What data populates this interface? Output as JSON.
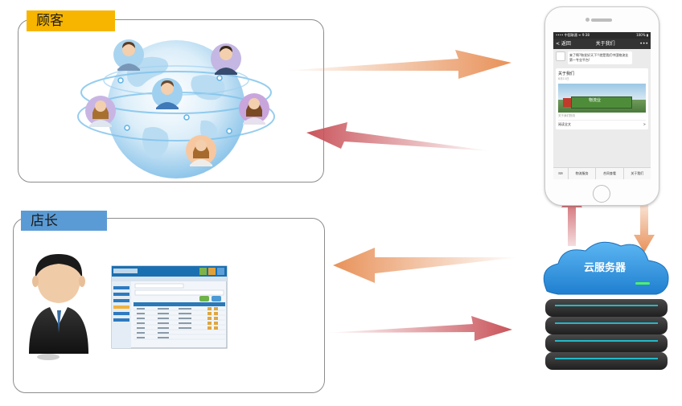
{
  "panels": {
    "customer": {
      "label": "顾客",
      "color": "#f7b500"
    },
    "shopkeeper": {
      "label": "店长",
      "color": "#5b9bd5"
    }
  },
  "server": {
    "label": "云服务器",
    "color": "#2d8fd8"
  },
  "phone_screen": {
    "status_left": "•••• 中国联通 ᯤ 9:38",
    "status_right": "100% ▮",
    "nav_back": "< 返回",
    "nav_title": "关于我们",
    "nav_more": "•••",
    "message": "来了啊?和发好天下!!就是我们中国物流业第一专业平台!",
    "card_title": "关于我们",
    "card_date": "8月11日",
    "card_image_text": "物流业",
    "card_sub": "关于我们物流",
    "card_link": "阅读全文",
    "card_link_arrow": ">",
    "tabs": [
      "物流服务",
      "合同查看",
      "关于我们"
    ],
    "tab_keyboard": "⌨"
  },
  "arrow_colors": {
    "orange": "#e8925a",
    "red": "#c9545b"
  }
}
